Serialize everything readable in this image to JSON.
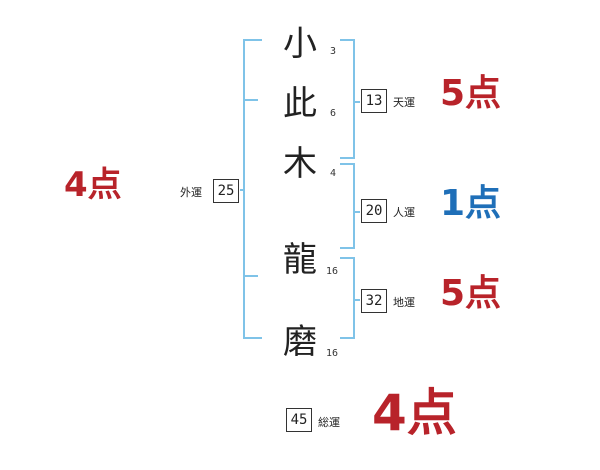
{
  "name_chars": [
    {
      "char": "小",
      "strokes": "3"
    },
    {
      "char": "此",
      "strokes": "6"
    },
    {
      "char": "木",
      "strokes": "4"
    },
    {
      "char": "龍",
      "strokes": "16"
    },
    {
      "char": "磨",
      "strokes": "16"
    }
  ],
  "fortunes": {
    "gaiun": {
      "label": "外運",
      "value": "25",
      "score": "4点"
    },
    "tenun": {
      "label": "天運",
      "value": "13",
      "score": "5点"
    },
    "jinun": {
      "label": "人運",
      "value": "20",
      "score": "1点"
    },
    "chiun": {
      "label": "地運",
      "value": "32",
      "score": "5点"
    },
    "souun": {
      "label": "総運",
      "value": "45",
      "score": "4点"
    }
  },
  "colors": {
    "bracket": "#7fc3e8",
    "score_red": "#b8232a",
    "score_blue": "#1f6fb8"
  }
}
